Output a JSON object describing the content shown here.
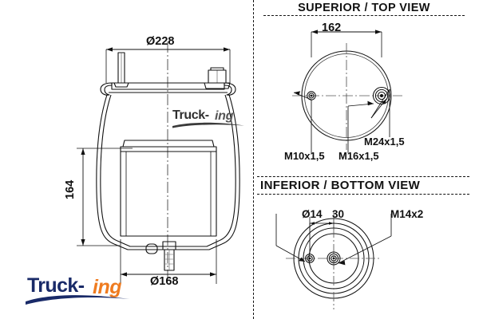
{
  "drawing": {
    "title": "Air spring technical drawing",
    "background_color": "#ffffff",
    "line_color": "#111111"
  },
  "brand": {
    "logo_part1": "Truck-",
    "logo_part2": "ing",
    "color_primary": "#192a68",
    "color_accent": "#ef7b1f",
    "watermark_part1": "Truck-",
    "watermark_part2": "ing",
    "watermark_color": "#3a3a3a"
  },
  "main_view": {
    "dim_outer_diameter": "Ø228",
    "dim_piston_diameter": "Ø168",
    "dim_height": "164"
  },
  "top_view": {
    "header": "SUPERIOR / TOP VIEW",
    "dim_width": "162",
    "labels": [
      {
        "name": "thread-m10",
        "text": "M10x1,5"
      },
      {
        "name": "thread-m16",
        "text": "M16x1,5"
      },
      {
        "name": "thread-m24",
        "text": "M24x1,5"
      }
    ]
  },
  "bottom_view": {
    "header": "INFERIOR / BOTTOM VIEW",
    "labels": [
      {
        "name": "hole-d14",
        "text": "Ø14"
      },
      {
        "name": "spacing-30",
        "text": "30"
      },
      {
        "name": "thread-m14",
        "text": "M14x2"
      }
    ]
  }
}
